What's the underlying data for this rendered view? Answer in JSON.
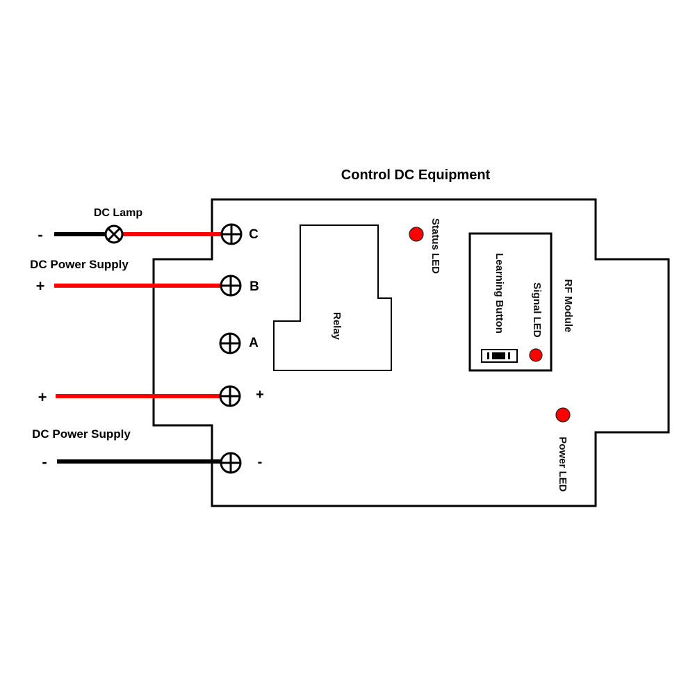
{
  "title": "Control DC Equipment",
  "colors": {
    "wire_positive": "#ff0000",
    "wire_negative": "#000000",
    "led": "#ff0000",
    "outline": "#000000",
    "background": "#ffffff"
  },
  "external": {
    "lamp_label": "DC Lamp",
    "power_supply_1_label": "DC Power Supply",
    "power_supply_2_label": "DC Power Supply",
    "lamp_wire_polarity": "-",
    "supply1_wire_polarity": "+",
    "supply2_pos_polarity": "+",
    "supply2_neg_polarity": "-"
  },
  "terminals": [
    {
      "id": "C",
      "label": "C"
    },
    {
      "id": "B",
      "label": "B"
    },
    {
      "id": "A",
      "label": "A"
    },
    {
      "id": "plus",
      "label": "+"
    },
    {
      "id": "minus",
      "label": "-"
    }
  ],
  "components": {
    "relay": "Relay",
    "status_led": "Status LED",
    "rf_module": "RF Module",
    "signal_led": "Signal LED",
    "learning_button": "Learning Button",
    "power_led": "Power LED"
  },
  "icons": {
    "lamp": "lamp-cross-circle-icon",
    "terminal": "screw-terminal-icon",
    "led": "led-dot-icon",
    "button": "push-button-icon"
  }
}
